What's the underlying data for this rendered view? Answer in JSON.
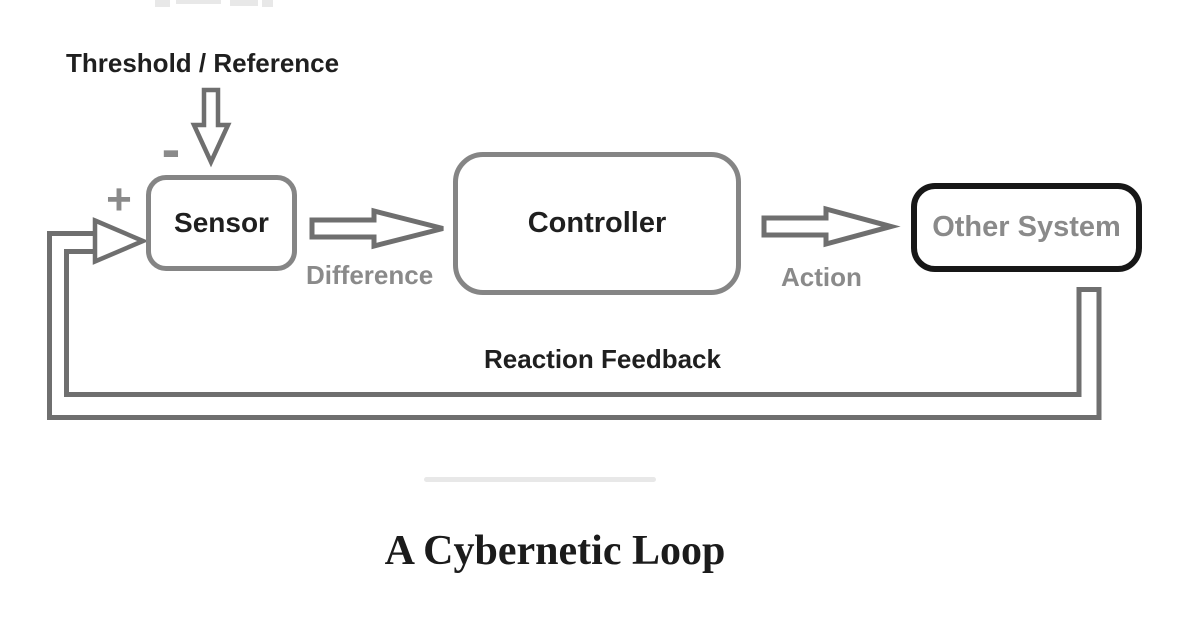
{
  "diagram": {
    "title": "A Cybernetic Loop",
    "input_label": "Threshold / Reference",
    "nodes": [
      {
        "id": "sensor",
        "label": "Sensor"
      },
      {
        "id": "controller",
        "label": "Controller"
      },
      {
        "id": "other_system",
        "label": "Other System"
      }
    ],
    "edge_labels": {
      "difference": "Difference",
      "action": "Action",
      "reaction_feedback": "Reaction Feedback"
    },
    "signs": {
      "plus": "+",
      "minus": "-"
    },
    "colors": {
      "background": "#ffffff",
      "line-gray": "#6f6f6f",
      "box-border-gray": "#858585",
      "other-system-border": "#171717",
      "gray-text": "#8a8a8a",
      "black-text": "#1f1f1f",
      "faint-artifact": "#e8e8e8"
    }
  }
}
